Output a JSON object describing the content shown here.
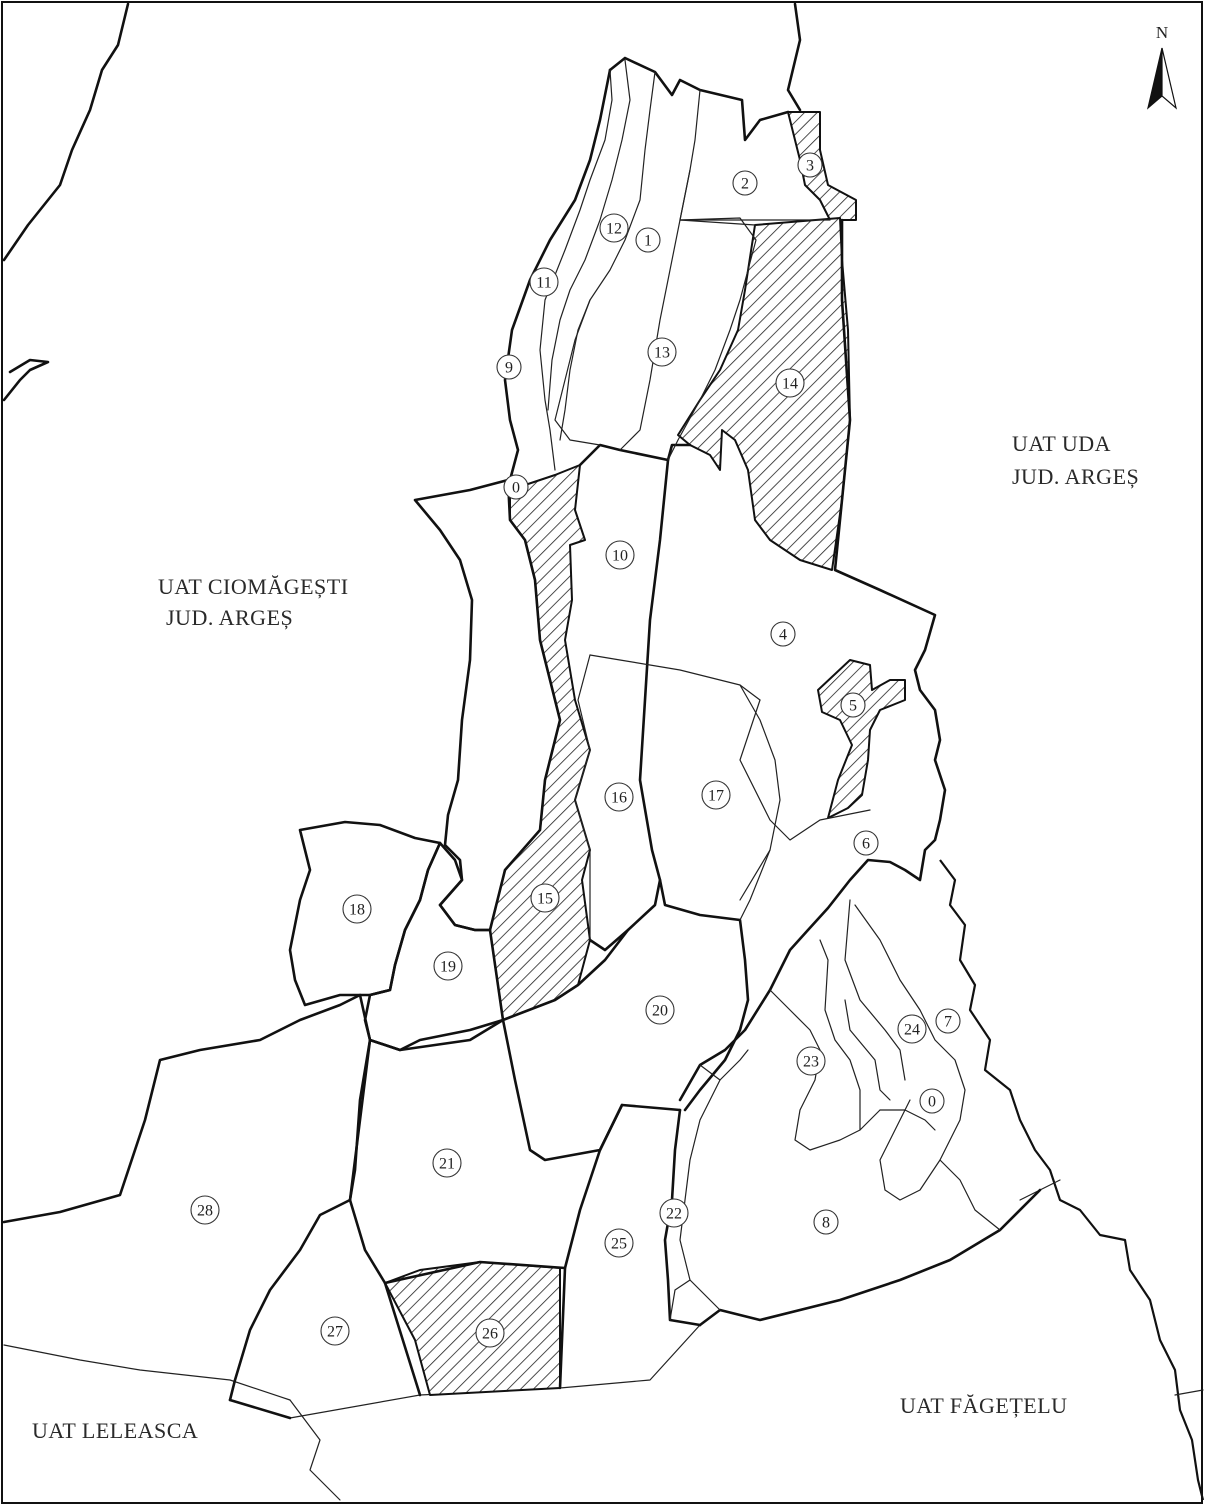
{
  "map": {
    "header_text": "",
    "north_label": "N",
    "regions": {
      "ciomagesti": {
        "line1": "UAT CIOMĂGEȘTI",
        "line2": "JUD. ARGEȘ"
      },
      "uda": {
        "line1": "UAT UDA",
        "line2": "JUD. ARGEȘ"
      },
      "leleasca": {
        "line1": "UAT LELEASCA"
      },
      "fagetelu": {
        "line1": "UAT FĂGEȚELU"
      }
    },
    "parcels": [
      "0",
      "1",
      "2",
      "3",
      "4",
      "5",
      "6",
      "7",
      "8",
      "9",
      "10",
      "11",
      "12",
      "13",
      "14",
      "15",
      "16",
      "17",
      "18",
      "19",
      "20",
      "21",
      "22",
      "23",
      "24",
      "25",
      "26",
      "27",
      "28",
      "0"
    ],
    "hatched_parcels": [
      "0",
      "3",
      "5",
      "14",
      "15",
      "26"
    ],
    "colors": {
      "line": "#111111",
      "hatch": "#222222",
      "background": "#ffffff"
    }
  }
}
